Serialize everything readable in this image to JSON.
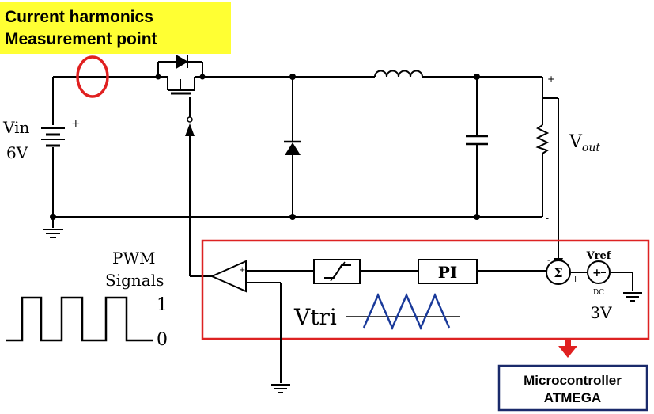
{
  "measurement_label": {
    "line1": "Current harmonics",
    "line2": "Measurement point",
    "background": "#ffff33"
  },
  "source": {
    "name": "Vin",
    "value": "6V"
  },
  "output": {
    "label": "V",
    "subscript": "out",
    "plus": "+",
    "minus": "-"
  },
  "controller": {
    "pwm_line1": "PWM",
    "pwm_line2": "Signals",
    "pwm_high": "1",
    "pwm_low": "0",
    "pi_label": "PI",
    "sum_symbol": "Σ",
    "plus": "+",
    "minus": "-",
    "vref_label": "Vref",
    "dc_label": "DC",
    "vref_value": "3V",
    "vtri_label": "Vtri",
    "box_color": "#dd2222"
  },
  "microcontroller": {
    "line1": "Microcontroller",
    "line2": "ATMEGA",
    "border_color": "#1a2a6b"
  },
  "colors": {
    "probe": "#e02020",
    "triangle_wave": "#1a3a9a",
    "arrow": "#e02020"
  }
}
